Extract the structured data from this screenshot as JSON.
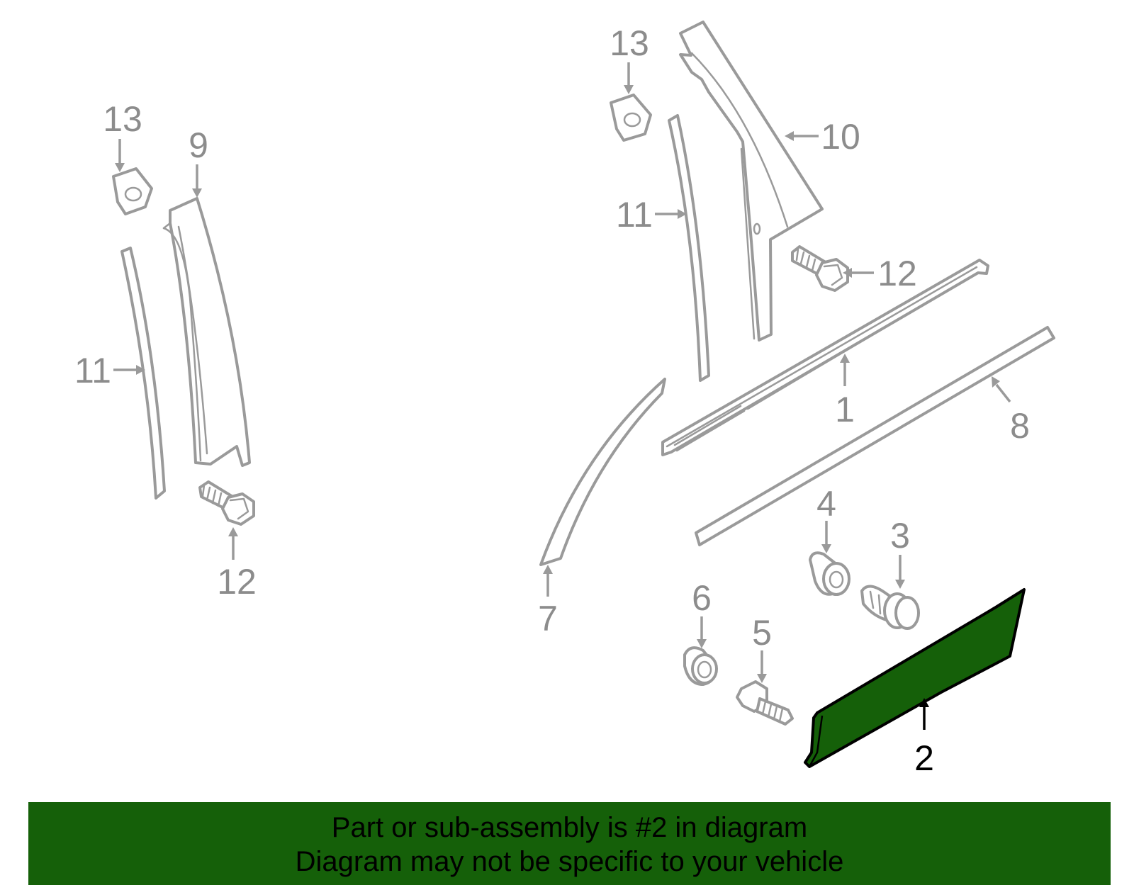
{
  "callouts": {
    "c1": "1",
    "c2": "2",
    "c3": "3",
    "c4": "4",
    "c5": "5",
    "c6": "6",
    "c7": "7",
    "c8": "8",
    "c9": "9",
    "c10": "10",
    "c11a": "11",
    "c11b": "11",
    "c12a": "12",
    "c12b": "12",
    "c13a": "13",
    "c13b": "13"
  },
  "highlighted_part": "2",
  "colors": {
    "highlight": "#156009",
    "part_outline": "#9a9a9a",
    "label": "#8c8c8c"
  },
  "footer": {
    "line1": "Part or sub-assembly is #2 in diagram",
    "line2": "Diagram may not be specific to your vehicle"
  }
}
